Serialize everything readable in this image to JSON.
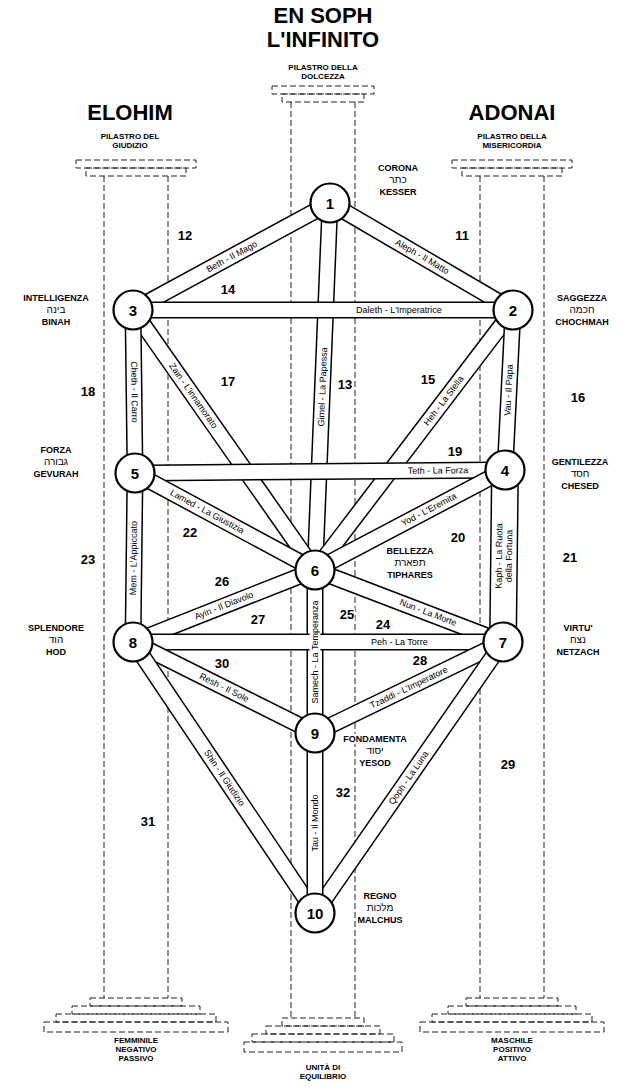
{
  "diagram": {
    "title": "EN SOPH L'INFINITO",
    "nodes": [
      {
        "text": [
          "1"
        ]
      },
      {
        "text": [
          "2"
        ]
      },
      {
        "text": [
          "3"
        ]
      },
      {
        "text": [
          "4"
        ]
      },
      {
        "text": [
          "5"
        ]
      },
      {
        "text": [
          "6"
        ]
      },
      {
        "text": [
          "7"
        ]
      },
      {
        "text": [
          "8"
        ]
      },
      {
        "text": [
          "9"
        ]
      },
      {
        "text": [
          "10"
        ]
      }
    ],
    "edges": [
      {
        "from": 0,
        "to": 1,
        "arrow": "none",
        "label": "Aleph - Il Matto"
      },
      {
        "from": 0,
        "to": 2,
        "arrow": "none",
        "label": "Beth - Il Mago"
      },
      {
        "from": 0,
        "to": 5,
        "arrow": "none",
        "label": "Gimel - La Papessa"
      },
      {
        "from": 1,
        "to": 2,
        "arrow": "none",
        "label": "Daleth - L'Imperatrice"
      },
      {
        "from": 1,
        "to": 5,
        "arrow": "none",
        "label": "Heh - La Stella"
      },
      {
        "from": 1,
        "to": 3,
        "arrow": "none",
        "label": "Vau - Il Papa"
      },
      {
        "from": 2,
        "to": 5,
        "arrow": "none",
        "label": "Zain - L'innamorato"
      },
      {
        "from": 2,
        "to": 4,
        "arrow": "none",
        "label": "Cheth - Il Carro"
      },
      {
        "from": 3,
        "to": 4,
        "arrow": "none",
        "label": "Teth - La Forza"
      },
      {
        "from": 3,
        "to": 5,
        "arrow": "none",
        "label": "Yod - L'Eremita"
      },
      {
        "from": 3,
        "to": 6,
        "arrow": "none",
        "label": "Kaph - La Ruota della Fortuna"
      },
      {
        "from": 4,
        "to": 5,
        "arrow": "none",
        "label": "Lamed - La Giustizia"
      },
      {
        "from": 4,
        "to": 7,
        "arrow": "none",
        "label": "Mem - L'Appiccato"
      },
      {
        "from": 5,
        "to": 6,
        "arrow": "none",
        "label": "Nun - La Morte"
      },
      {
        "from": 5,
        "to": 8,
        "arrow": "none",
        "label": "Samech - La Temperanza"
      },
      {
        "from": 5,
        "to": 7,
        "arrow": "none",
        "label": "Ayin - Il Diavolo"
      },
      {
        "from": 6,
        "to": 7,
        "arrow": "none",
        "label": "Peh - La Torre"
      },
      {
        "from": 6,
        "to": 8,
        "arrow": "none",
        "label": "Tzaddi - L'Imperatore"
      },
      {
        "from": 6,
        "to": 9,
        "arrow": "none",
        "label": "Qoph - La Luna"
      },
      {
        "from": 7,
        "to": 8,
        "arrow": "none",
        "label": "Resh - Il Sole"
      },
      {
        "from": 7,
        "to": 9,
        "arrow": "none",
        "label": "Shin - Il Giudizio"
      },
      {
        "from": 8,
        "to": 9,
        "arrow": "none",
        "label": "Tau - Il Mondo"
      }
    ],
    "labels": [
      "PILASTRO DELLA DOLCEZZA",
      "ELOHIM",
      "PILASTRO DEL GIUDIZIO",
      "ADONAI",
      "PILASTRO DELLA MISERICORDIA",
      "CORONA",
      "כתר",
      "KESSER",
      "11",
      "12",
      "INTELLIGENZA",
      "בינה",
      "BINAH",
      "14",
      "SAGGEZZA",
      "חכמה",
      "CHOCHMAH",
      "18",
      "17",
      "13",
      "15",
      "16",
      "FORZA",
      "גבורה",
      "GEVURAH",
      "19",
      "GENTILEZZA",
      "חסד",
      "CHESED",
      "22",
      "20",
      "BELLEZZA",
      "תפארת",
      "TIPHARES",
      "23",
      "26",
      "21",
      "27",
      "25",
      "24",
      "SPLENDORE",
      "הוד",
      "HOD",
      "VIRTU'",
      "נצח",
      "NETZACH",
      "30",
      "28",
      "FONDAMENTA",
      "יסוד",
      "YESOD",
      "29",
      "32",
      "31",
      "REGNO",
      "מלכות",
      "MALCHUS",
      "FEMMINILE NEGATIVO PASSIVO",
      "UNITÀ DI EQUILIBRIO",
      "MASCHILE POSITIVO ATTIVO"
    ]
  }
}
